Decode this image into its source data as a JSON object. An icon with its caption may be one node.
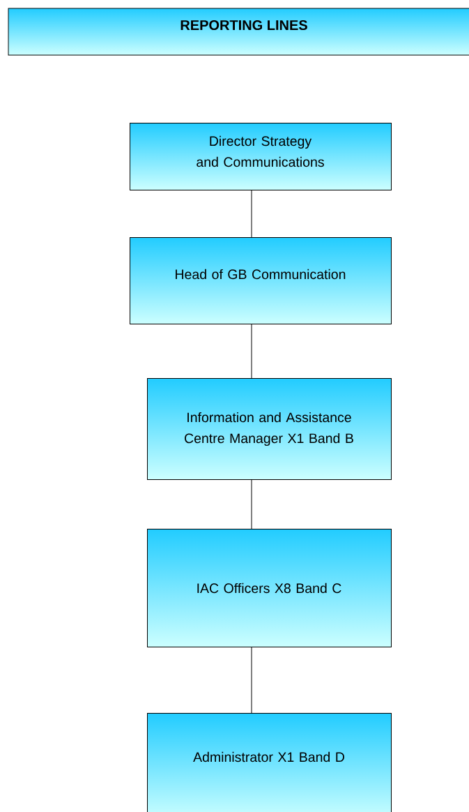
{
  "diagram": {
    "title": "REPORTING LINES",
    "nodes": [
      {
        "text": [
          "Director Strategy and Communications"
        ]
      },
      {
        "text": [
          "Head of GB Communication"
        ]
      },
      {
        "text": [
          "Information and Assistance Centre Manager X1 Band B"
        ]
      },
      {
        "text": [
          "IAC Officers X8 Band C"
        ]
      },
      {
        "text": [
          "Administrator X1 Band D"
        ]
      }
    ],
    "edges": [
      {
        "from": 0,
        "to": 1,
        "arrow": "none"
      },
      {
        "from": 1,
        "to": 2,
        "arrow": "none"
      },
      {
        "from": 2,
        "to": 3,
        "arrow": "none"
      },
      {
        "from": 3,
        "to": 4,
        "arrow": "none"
      }
    ]
  }
}
